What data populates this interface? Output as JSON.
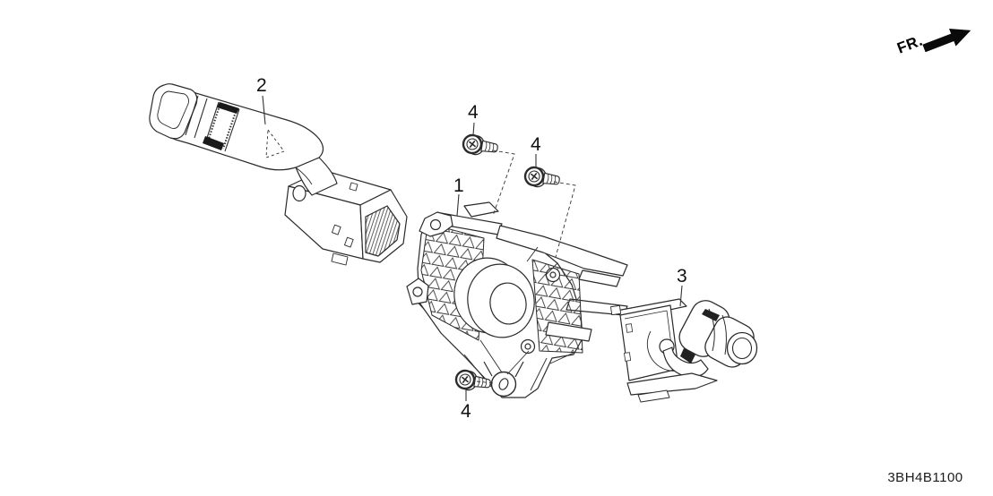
{
  "diagram": {
    "code": "3BH4B1100",
    "direction": {
      "label": "FR.",
      "icon": "arrow-up-right"
    },
    "callouts": {
      "part1": "1",
      "part2": "2",
      "part3": "3",
      "screw_top": "4",
      "screw_mid": "4",
      "screw_bottom": "4"
    },
    "colors": {
      "background": "#ffffff",
      "line": "#2b2b2b",
      "text": "#111111"
    }
  }
}
